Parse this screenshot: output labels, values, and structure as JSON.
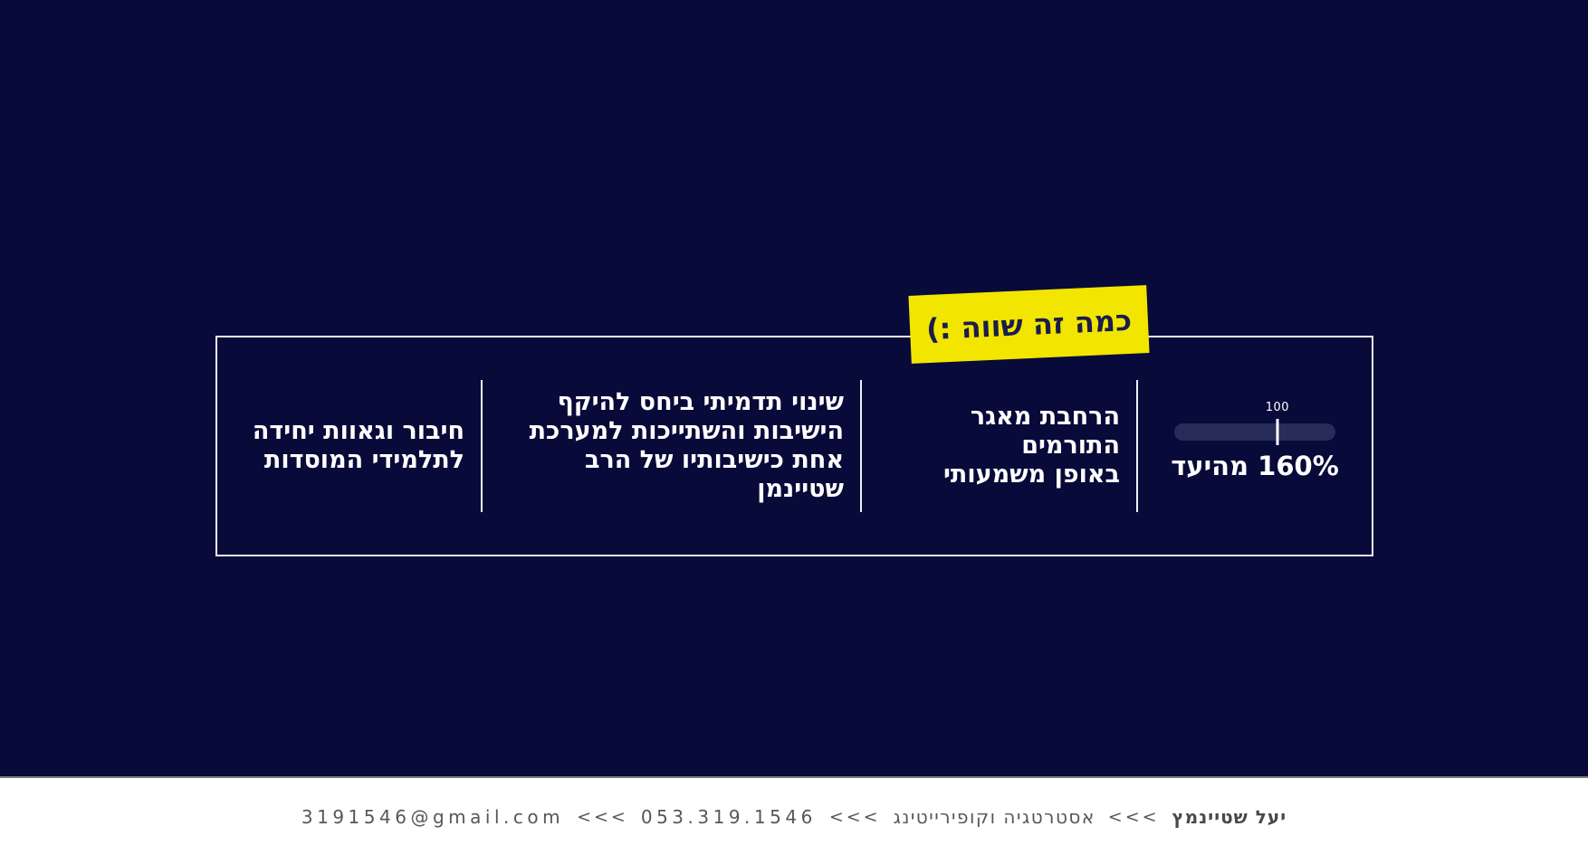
{
  "colors": {
    "navy": "#080a3a",
    "pill": "#272c58",
    "yellow": "#f2e600",
    "badge_ink": "#1b1d4b",
    "line": "#edeff7",
    "footer_line": "#7e7f83",
    "footer_text": "#56575b",
    "text_white": "#ffffff"
  },
  "badge": {
    "label": "כמה זה שווה :)"
  },
  "results": {
    "columns": [
      {
        "text": "הרחבת מאגר התורמים\nבאופן משמעותי"
      },
      {
        "text": "שינוי תדמיתי ביחס להיקף\nהישיבות והשתייכות למערכת\nאחת כישיבותיו של הרב שטיינמן"
      },
      {
        "text": "חיבור וגאוות יחידה\nלתלמידי המוסדות"
      }
    ]
  },
  "stat": {
    "tick_label": "100",
    "tick_position": "64%",
    "caption": "160% מהיעד"
  },
  "footer": {
    "name": "יעל שטיינמץ",
    "separator": "<<<",
    "role": "אסטרטגיה וקופירייטינג",
    "phone": "053.319.1546",
    "email": "3191546@gmail.com"
  }
}
